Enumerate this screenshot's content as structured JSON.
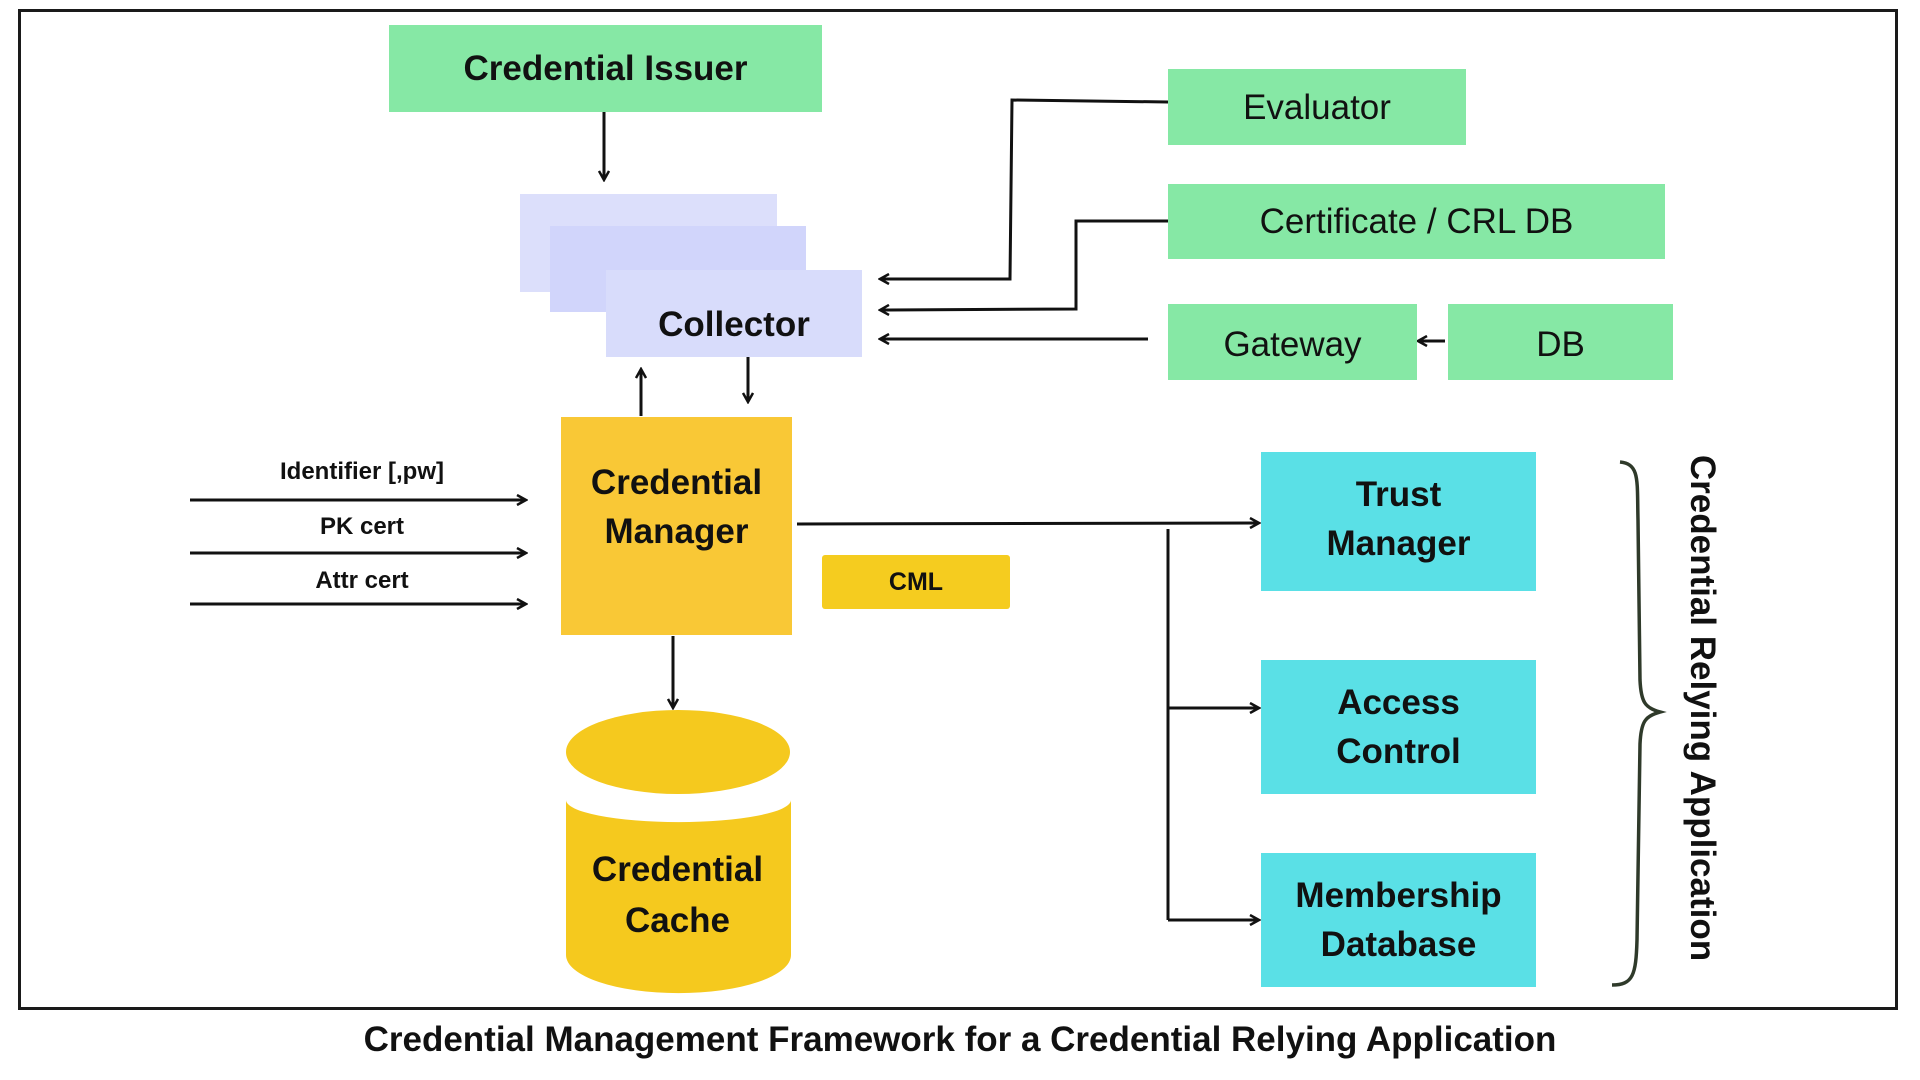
{
  "nodes": {
    "credential_issuer": "Credential Issuer",
    "collector": "Collector",
    "evaluator": "Evaluator",
    "certificate_crl_db": "Certificate / CRL DB",
    "gateway": "Gateway",
    "db": "DB",
    "credential_manager_line1": "Credential",
    "credential_manager_line2": "Manager",
    "cml": "CML",
    "credential_cache_line1": "Credential",
    "credential_cache_line2": "Cache",
    "trust_manager_line1": "Trust",
    "trust_manager_line2": "Manager",
    "access_control_line1": "Access",
    "access_control_line2": "Control",
    "membership_db_line1": "Membership",
    "membership_db_line2": "Database"
  },
  "inputs": [
    "Identifier [,pw]",
    "PK cert",
    "Attr cert"
  ],
  "group_label": "Credential Relying Application",
  "caption": "Credential Management Framework for a Credential Relying Application",
  "colors": {
    "green": "#86e8a5",
    "lavender": "#d1d5fb",
    "yellow": "#f9c836",
    "cyan": "#5ae0e6",
    "line": "#111111"
  }
}
